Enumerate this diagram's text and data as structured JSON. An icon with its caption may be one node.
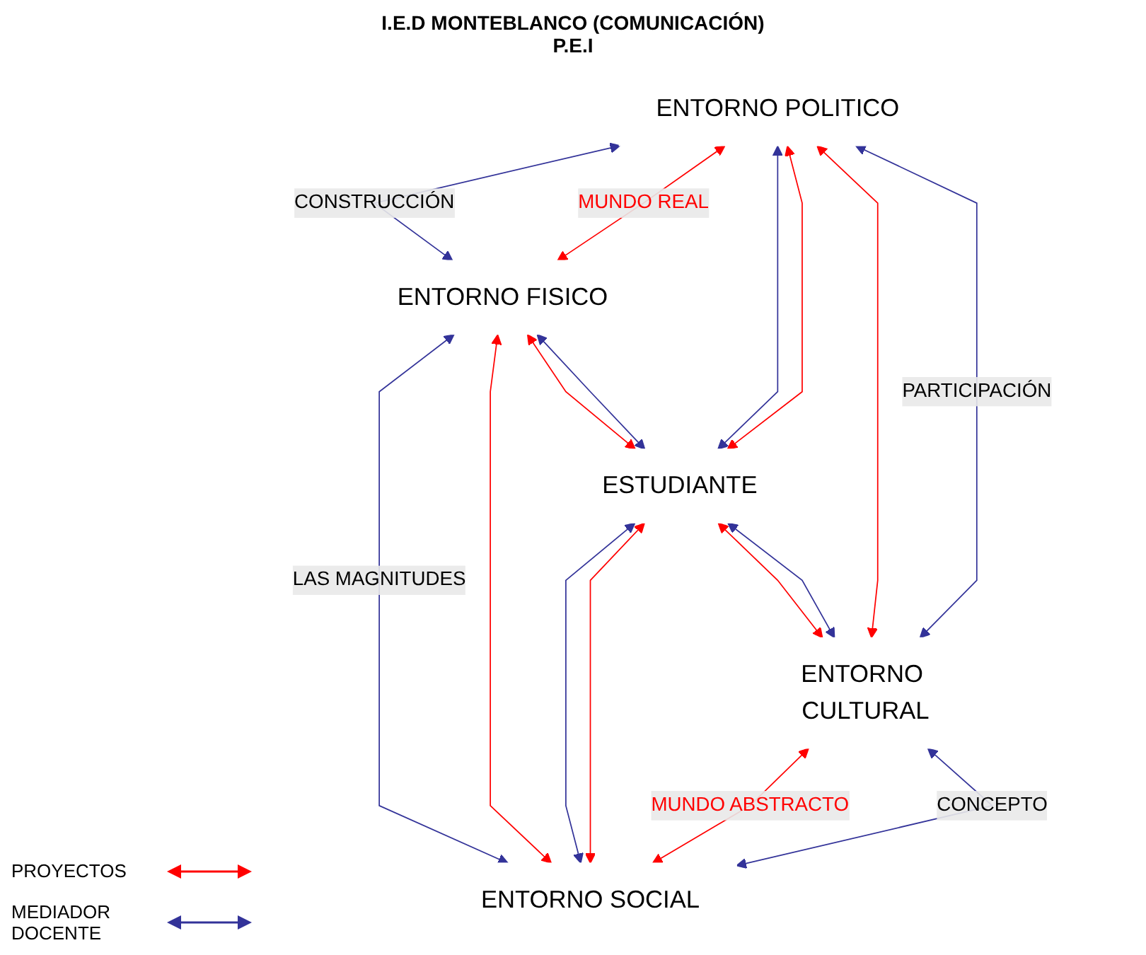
{
  "diagram": {
    "title": "I.E.D MONTEBLANCO (COMUNICACIÓN) P.E.I",
    "nodes": [
      {
        "text": [
          "ENTORNO FISICO"
        ]
      },
      {
        "text": [
          "ENTORNO POLITICO"
        ]
      },
      {
        "text": [
          "ESTUDIANTE"
        ]
      },
      {
        "text": [
          "ENTORNO SOCIAL"
        ]
      },
      {
        "text": [
          "ENTORNO CULTURAL"
        ]
      }
    ],
    "edges": [
      {
        "from": 1,
        "to": 0,
        "arrow": "both",
        "label": "CONSTRUCCIÓN",
        "color": "#333399"
      },
      {
        "from": 1,
        "to": 0,
        "arrow": "both",
        "label": "MUNDO REAL",
        "color": "#ff0000"
      },
      {
        "from": 0,
        "to": 3,
        "arrow": "both",
        "label": "LAS MAGNITUDES",
        "color": "#333399"
      },
      {
        "from": 0,
        "to": 3,
        "arrow": "both",
        "color": "#ff0000"
      },
      {
        "from": 0,
        "to": 2,
        "arrow": "both",
        "color": "#ff0000"
      },
      {
        "from": 0,
        "to": 2,
        "arrow": "both",
        "color": "#333399"
      },
      {
        "from": 1,
        "to": 2,
        "arrow": "both",
        "color": "#333399"
      },
      {
        "from": 1,
        "to": 2,
        "arrow": "both",
        "color": "#ff0000"
      },
      {
        "from": 2,
        "to": 3,
        "arrow": "both",
        "color": "#333399"
      },
      {
        "from": 2,
        "to": 3,
        "arrow": "both",
        "color": "#ff0000"
      },
      {
        "from": 1,
        "to": 4,
        "arrow": "both",
        "color": "#ff0000"
      },
      {
        "from": 1,
        "to": 4,
        "arrow": "both",
        "label": "PARTICIPACIÓN",
        "color": "#333399"
      },
      {
        "from": 2,
        "to": 4,
        "arrow": "both",
        "color": "#ff0000"
      },
      {
        "from": 2,
        "to": 4,
        "arrow": "both",
        "color": "#333399"
      },
      {
        "from": 4,
        "to": 3,
        "arrow": "both",
        "label": "MUNDO ABSTRACTO",
        "color": "#ff0000"
      },
      {
        "from": 4,
        "to": 3,
        "arrow": "both",
        "label": "CONCEPTO",
        "color": "#333399"
      }
    ],
    "legend": [
      {
        "text": "PROYECTOS"
      },
      {
        "text": "MEDIADOR DOCENTE"
      }
    ]
  }
}
